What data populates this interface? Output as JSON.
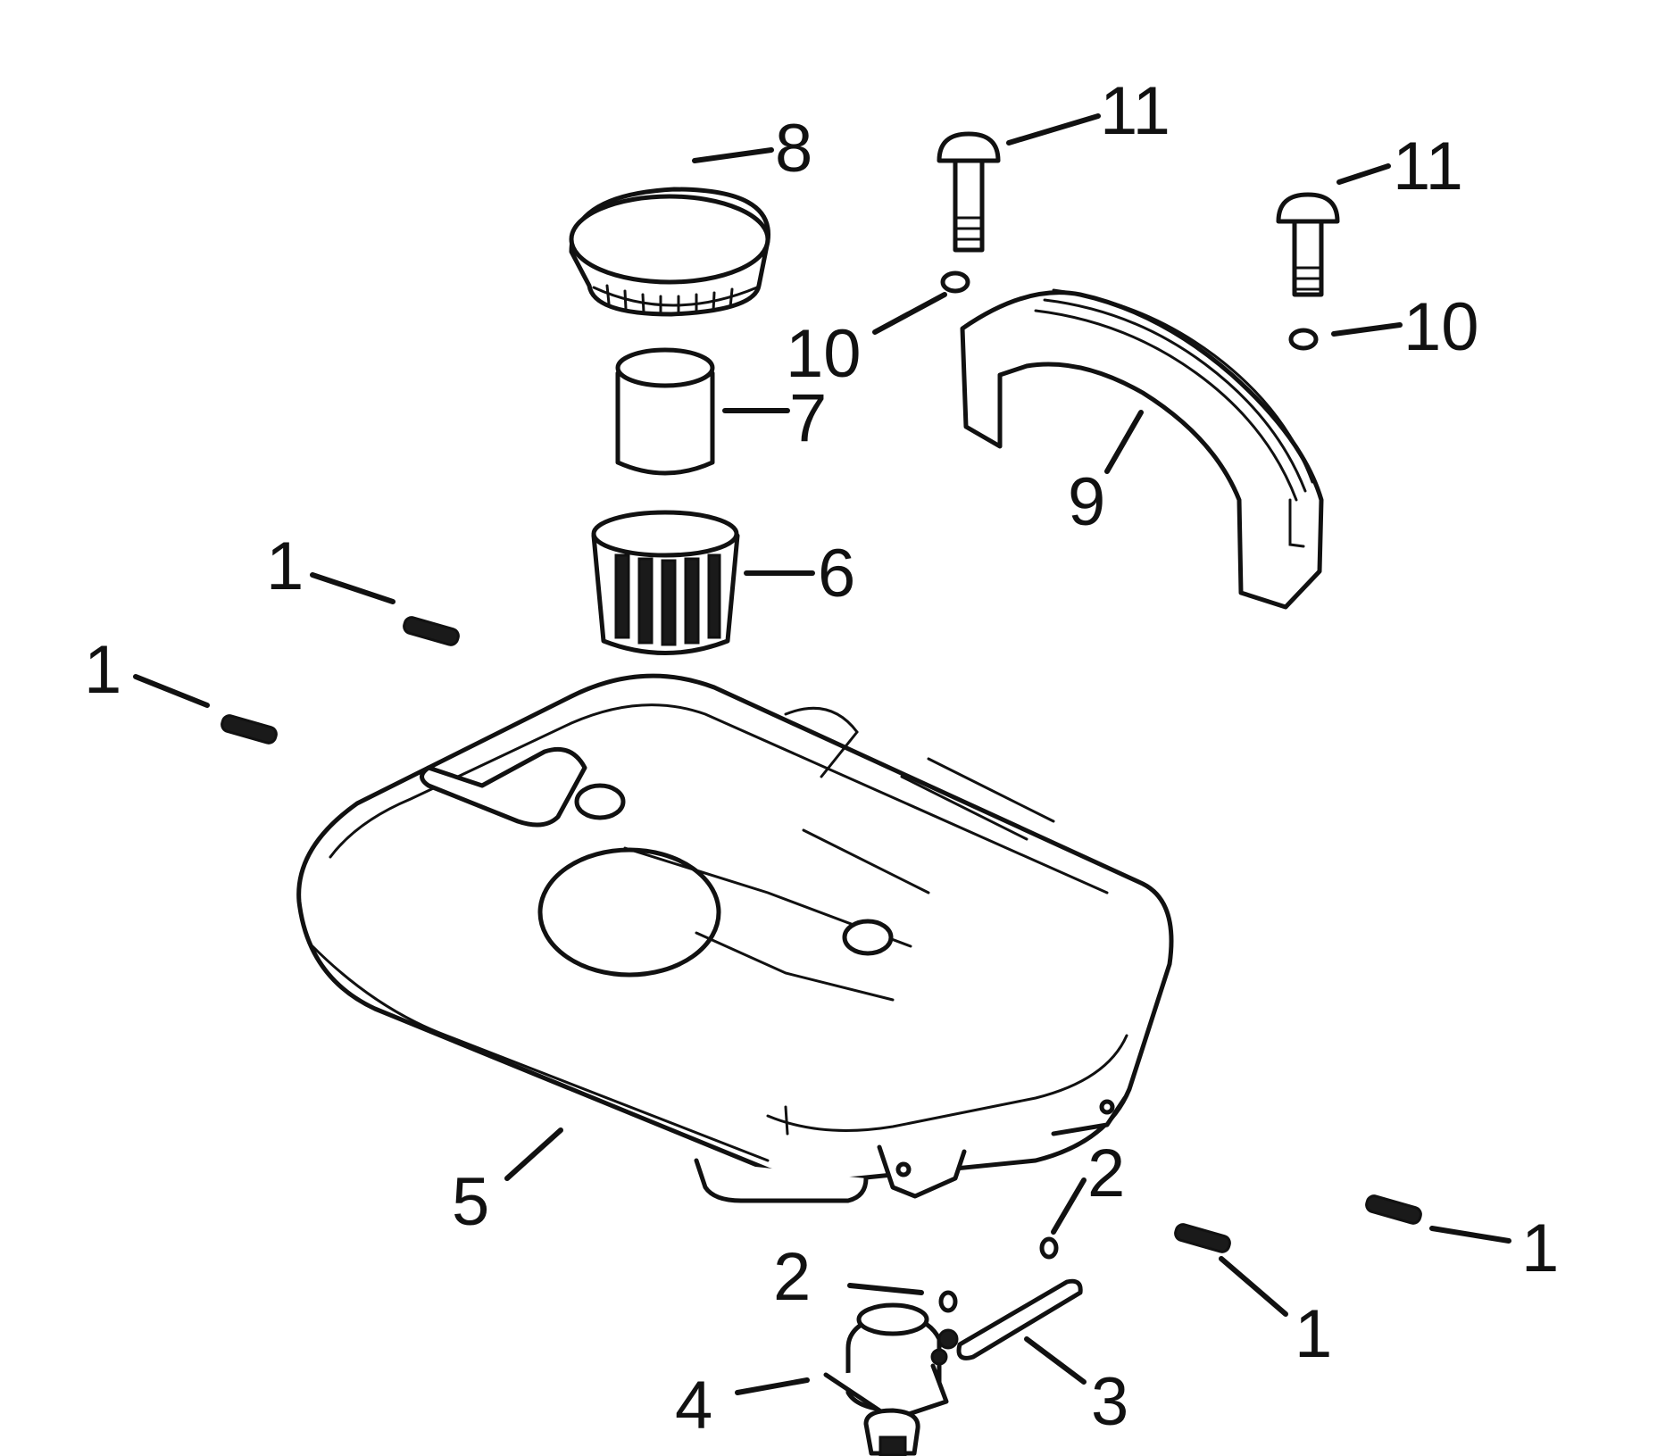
{
  "callouts": {
    "c1a": "1",
    "c1b": "1",
    "c1c": "1",
    "c1d": "1",
    "c2a": "2",
    "c2b": "2",
    "c3": "3",
    "c4": "4",
    "c5": "5",
    "c6": "6",
    "c7": "7",
    "c8": "8",
    "c9": "9",
    "c10a": "10",
    "c10b": "10",
    "c11a": "11",
    "c11b": "11"
  }
}
